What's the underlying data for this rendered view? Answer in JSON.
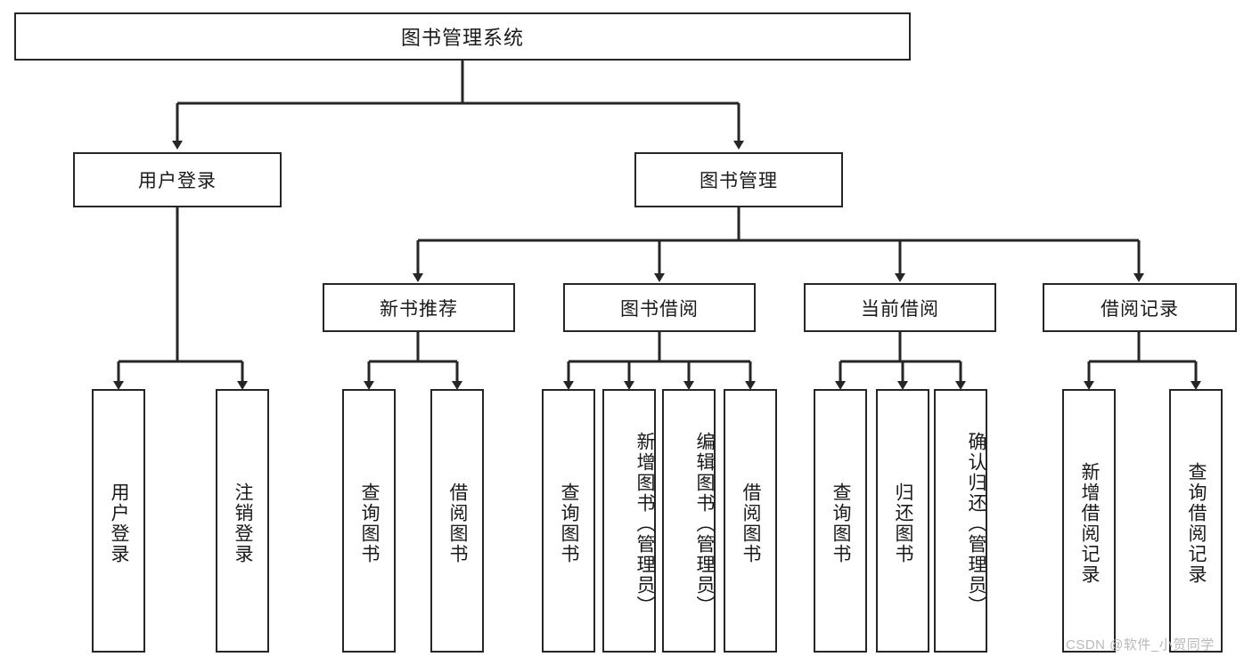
{
  "diagram": {
    "title": "图书管理系统",
    "type": "tree-hierarchy-diagram",
    "root": {
      "label": "图书管理系统"
    },
    "level2": [
      {
        "label": "用户登录"
      },
      {
        "label": "图书管理"
      }
    ],
    "level3": [
      {
        "label": "新书推荐"
      },
      {
        "label": "图书借阅"
      },
      {
        "label": "当前借阅"
      },
      {
        "label": "借阅记录"
      }
    ],
    "leaves": {
      "user_login": [
        {
          "label": "用户登录"
        },
        {
          "label": "注销登录"
        }
      ],
      "new_book_recommend": [
        {
          "label": "查询图书"
        },
        {
          "label": "借阅图书"
        }
      ],
      "book_borrow": [
        {
          "label": "查询图书"
        },
        {
          "label": "新增图书（管理员）"
        },
        {
          "label": "编辑图书（管理员）"
        },
        {
          "label": "借阅图书"
        }
      ],
      "current_borrow": [
        {
          "label": "查询图书"
        },
        {
          "label": "归还图书"
        },
        {
          "label": "确认归还（管理员）"
        }
      ],
      "borrow_record": [
        {
          "label": "新增借阅记录"
        },
        {
          "label": "查询借阅记录"
        }
      ]
    }
  },
  "watermark": {
    "text": "CSDN @软件_小贺同学"
  },
  "colors": {
    "border": "#262626",
    "background": "#ffffff",
    "text": "#1a1a1a",
    "watermark": "#b9b9b9"
  }
}
